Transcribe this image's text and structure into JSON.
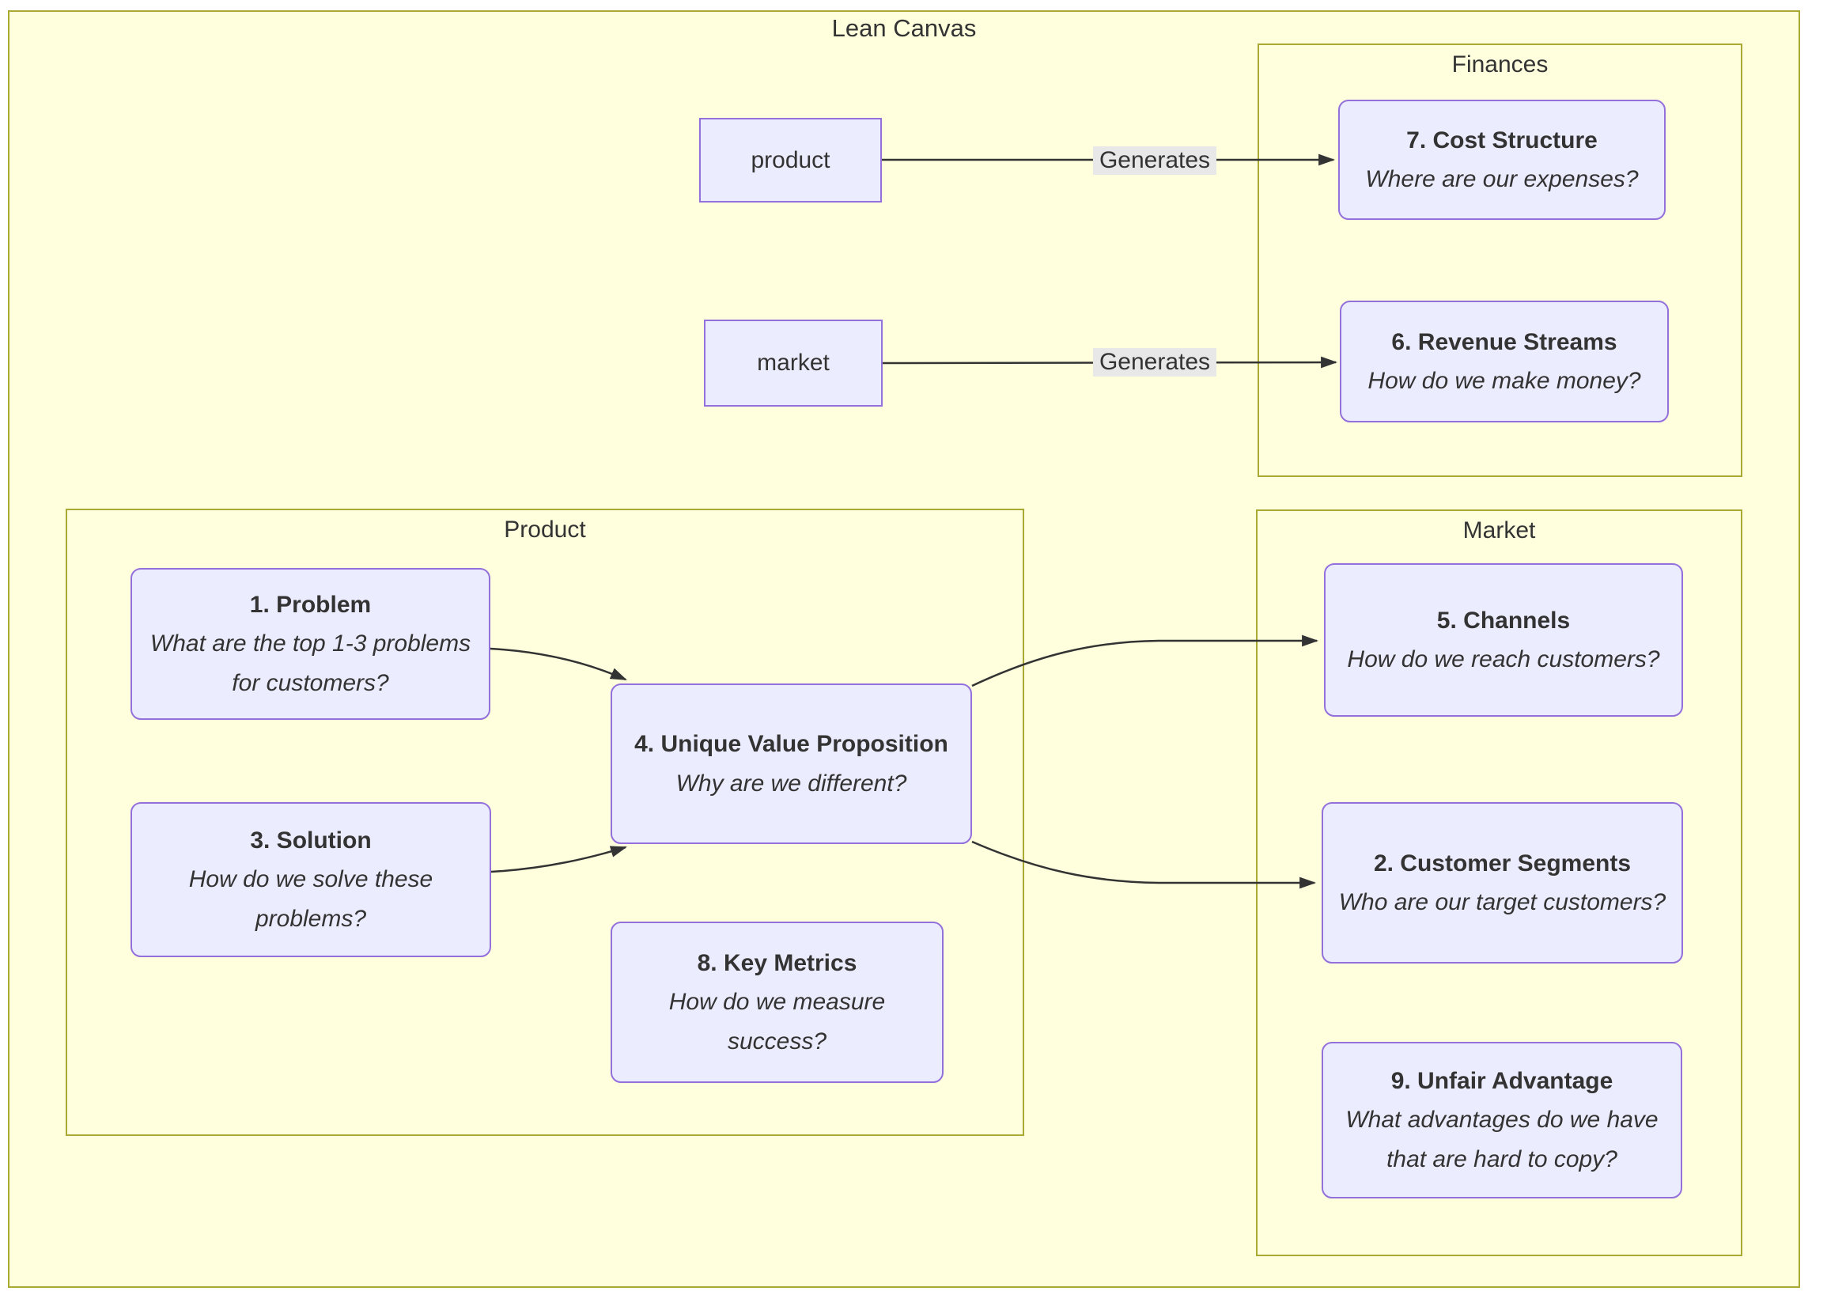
{
  "diagram": {
    "title": "Lean Canvas",
    "type": "flowchart",
    "colors": {
      "canvas_fill": "#ffffde",
      "cluster_border": "#aaaa33",
      "node_fill": "#ececff",
      "node_border": "#9370db",
      "text": "#333333",
      "edge": "#333333",
      "edge_label_bg": "#e8e8e8"
    }
  },
  "clusters": {
    "finances": {
      "label": "Finances"
    },
    "product": {
      "label": "Product"
    },
    "market": {
      "label": "Market"
    }
  },
  "nodes": {
    "product": {
      "label": "product"
    },
    "market": {
      "label": "market"
    },
    "cost": {
      "title": "7. Cost Structure",
      "question": "Where are our expenses?"
    },
    "revenue": {
      "title": "6. Revenue Streams",
      "question": "How do we make money?"
    },
    "problem": {
      "title": "1. Problem",
      "question": "What are the top 1-3 problems for customers?"
    },
    "solution": {
      "title": "3. Solution",
      "question": "How do we solve these problems?"
    },
    "uvp": {
      "title": "4. Unique Value Proposition",
      "question": "Why are we different?"
    },
    "metrics": {
      "title": "8. Key Metrics",
      "question": "How do we measure success?"
    },
    "channels": {
      "title": "5. Channels",
      "question": "How do we reach customers?"
    },
    "segments": {
      "title": "2. Customer Segments",
      "question": "Who are our target customers?"
    },
    "unfair": {
      "title": "9. Unfair Advantage",
      "question": "What advantages do we have that are hard to copy?"
    }
  },
  "edges": {
    "product_cost": {
      "from": "product",
      "to": "7. Cost Structure",
      "label": "Generates"
    },
    "market_revenue": {
      "from": "market",
      "to": "6. Revenue Streams",
      "label": "Generates"
    },
    "problem_uvp": {
      "from": "1. Problem",
      "to": "4. Unique Value Proposition",
      "label": ""
    },
    "solution_uvp": {
      "from": "3. Solution",
      "to": "4. Unique Value Proposition",
      "label": ""
    },
    "uvp_channels": {
      "from": "4. Unique Value Proposition",
      "to": "5. Channels",
      "label": ""
    },
    "uvp_segments": {
      "from": "4. Unique Value Proposition",
      "to": "2. Customer Segments",
      "label": ""
    }
  }
}
